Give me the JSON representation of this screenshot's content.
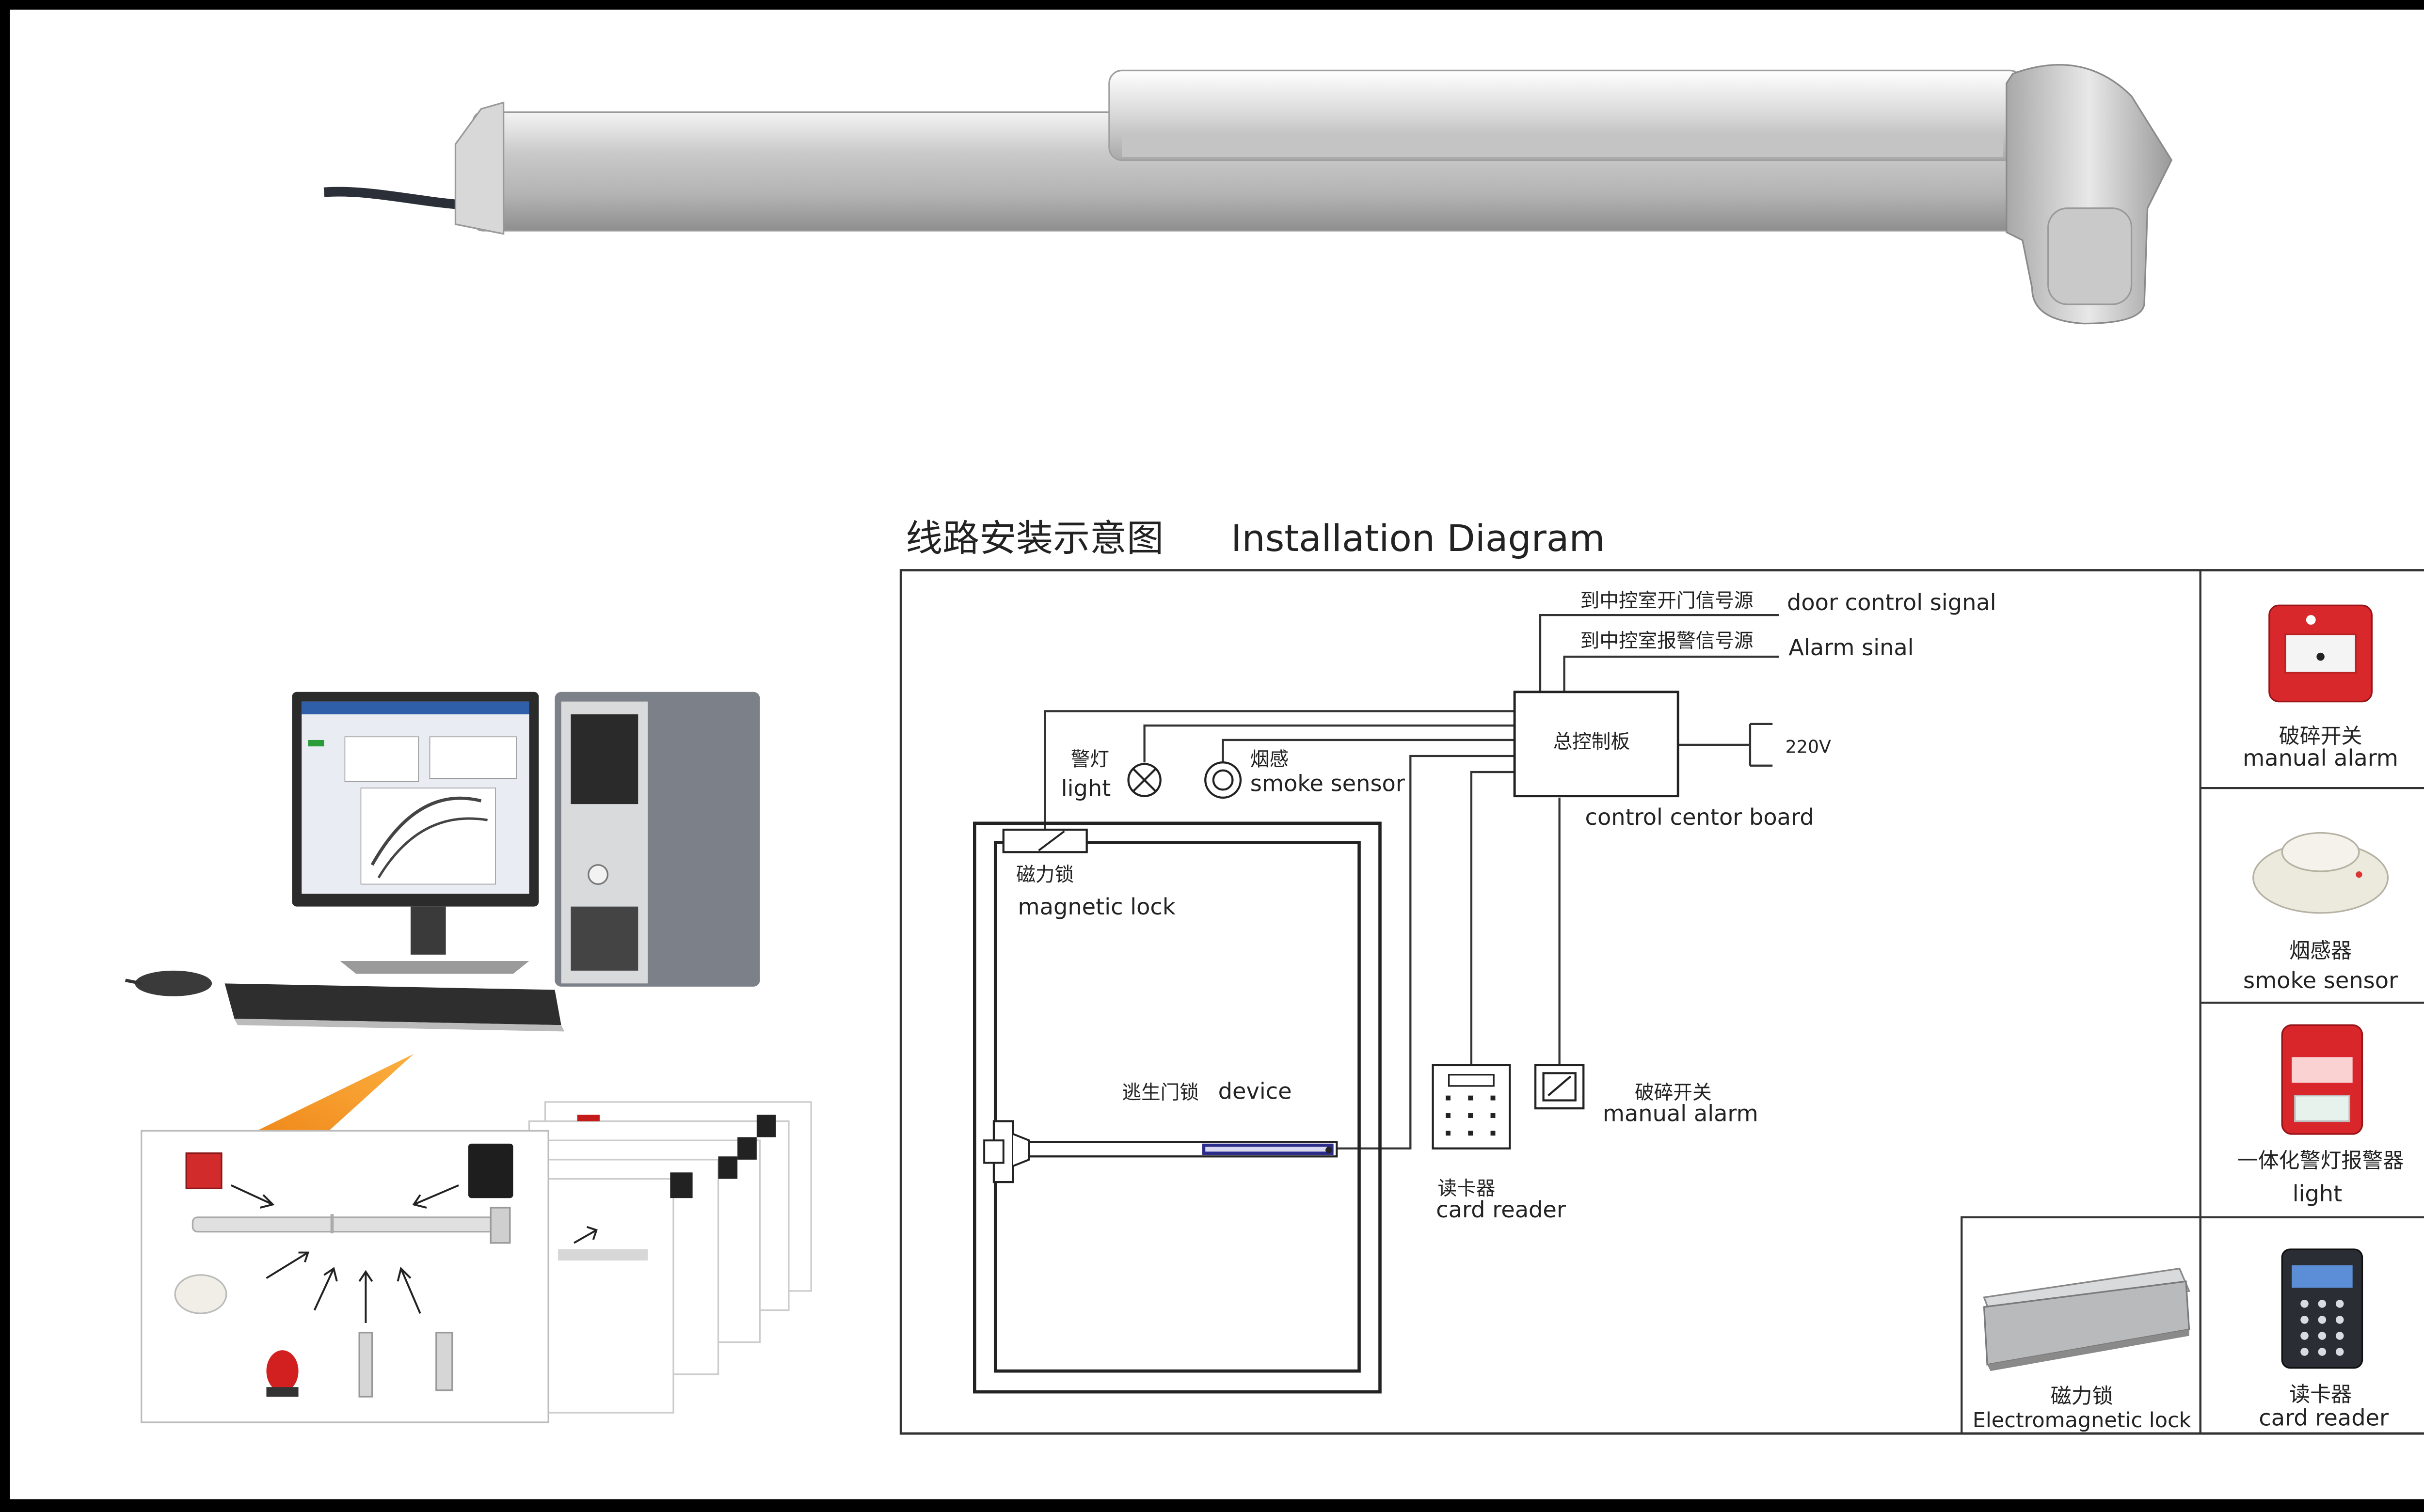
{
  "diagram": {
    "title_cn": "线路安装示意图",
    "title_en": "Installation Diagram",
    "signals": {
      "door_signal_cn": "到中控室开门信号源",
      "door_signal_en": "door control signal",
      "alarm_signal_cn": "到中控室报警信号源",
      "alarm_signal_en": "Alarm sinal"
    },
    "board": {
      "label_cn": "总控制板",
      "label_en": "control centor board",
      "power": "220V"
    },
    "light": {
      "cn": "警灯",
      "en": "light"
    },
    "smoke": {
      "cn": "烟感",
      "en": "smoke sensor"
    },
    "maglock": {
      "cn": "磁力锁",
      "en": "magnetic lock"
    },
    "device": {
      "cn": "逃生门锁",
      "en": "device"
    },
    "card_reader": {
      "cn": "读卡器",
      "en": "card reader"
    },
    "manual_alarm": {
      "cn": "破碎开关",
      "en": "manual alarm"
    }
  },
  "legend": [
    {
      "cn": "破碎开关",
      "en": "manual alarm",
      "icon": "manual-alarm-icon"
    },
    {
      "cn": "烟感器",
      "en": "smoke sensor",
      "icon": "smoke-sensor-icon"
    },
    {
      "cn": "一体化警灯报警器",
      "en": "light",
      "icon": "strobe-light-icon"
    },
    {
      "cn": "读卡器",
      "en": "card reader",
      "icon": "card-reader-icon"
    }
  ],
  "legend_extra": {
    "cn": "磁力锁",
    "en": "Electromagnetic lock",
    "icon": "electromagnetic-lock-icon"
  }
}
